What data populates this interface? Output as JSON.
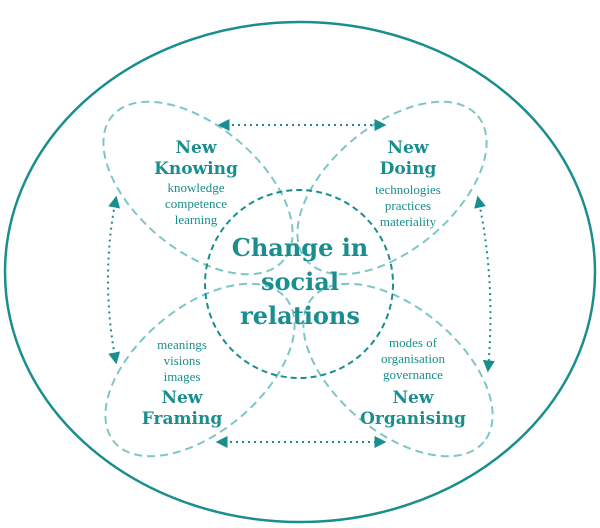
{
  "colors": {
    "primary": "#1a8e8e",
    "dashed": "#7ec6c6"
  },
  "center": {
    "lines": [
      "Change in",
      "social",
      "relations"
    ]
  },
  "knowing": {
    "title1": "New",
    "title2": "Knowing",
    "items": [
      "knowledge",
      "competence",
      "learning"
    ]
  },
  "doing": {
    "title1": "New",
    "title2": "Doing",
    "items": [
      "technologies",
      "practices",
      "materiality"
    ]
  },
  "framing": {
    "items": [
      "meanings",
      "visions",
      "images"
    ],
    "title1": "New",
    "title2": "Framing"
  },
  "organising": {
    "items": [
      "modes of",
      "organisation",
      "governance"
    ],
    "title1": "New",
    "title2": "Organising"
  }
}
